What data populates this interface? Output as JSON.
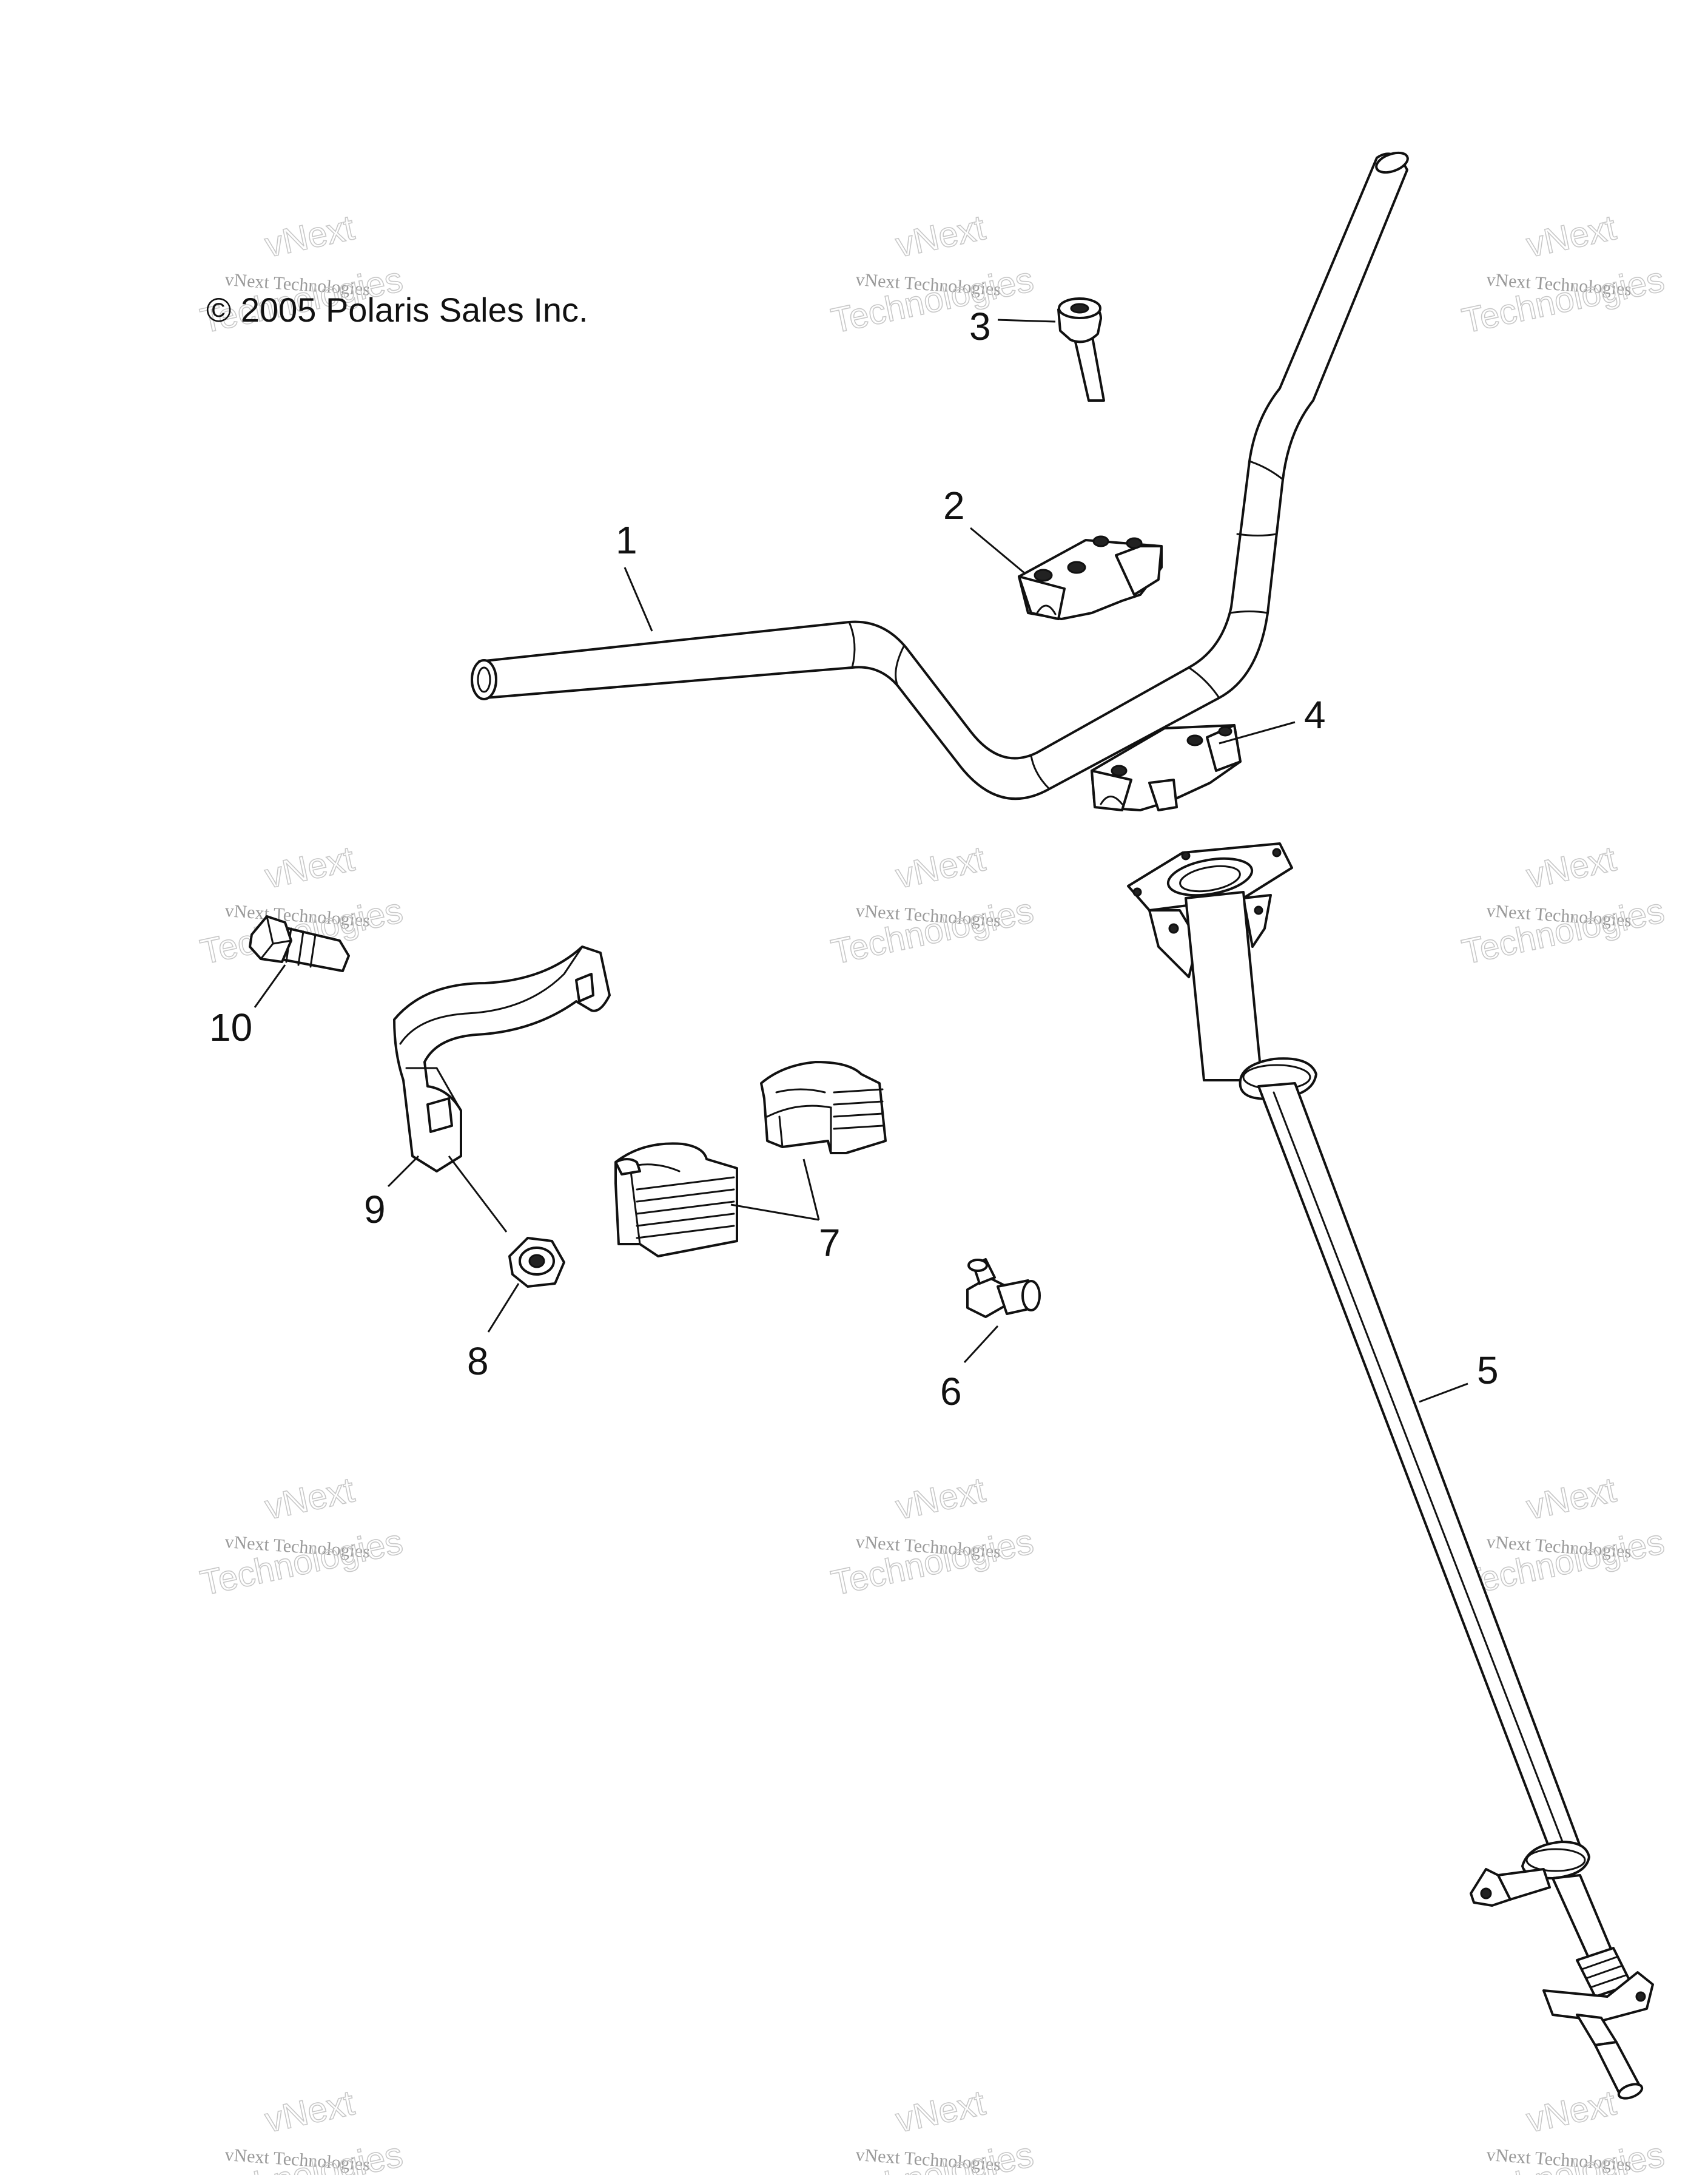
{
  "copyright": "© 2005 Polaris Sales Inc.",
  "watermark": {
    "line1": "vNext Technologies",
    "line2": "vNext",
    "line3": "Technologies"
  },
  "callouts": {
    "c1": "1",
    "c2": "2",
    "c3": "3",
    "c4": "4",
    "c5": "5",
    "c6": "6",
    "c7": "7",
    "c8": "8",
    "c9": "9",
    "c10": "10"
  }
}
